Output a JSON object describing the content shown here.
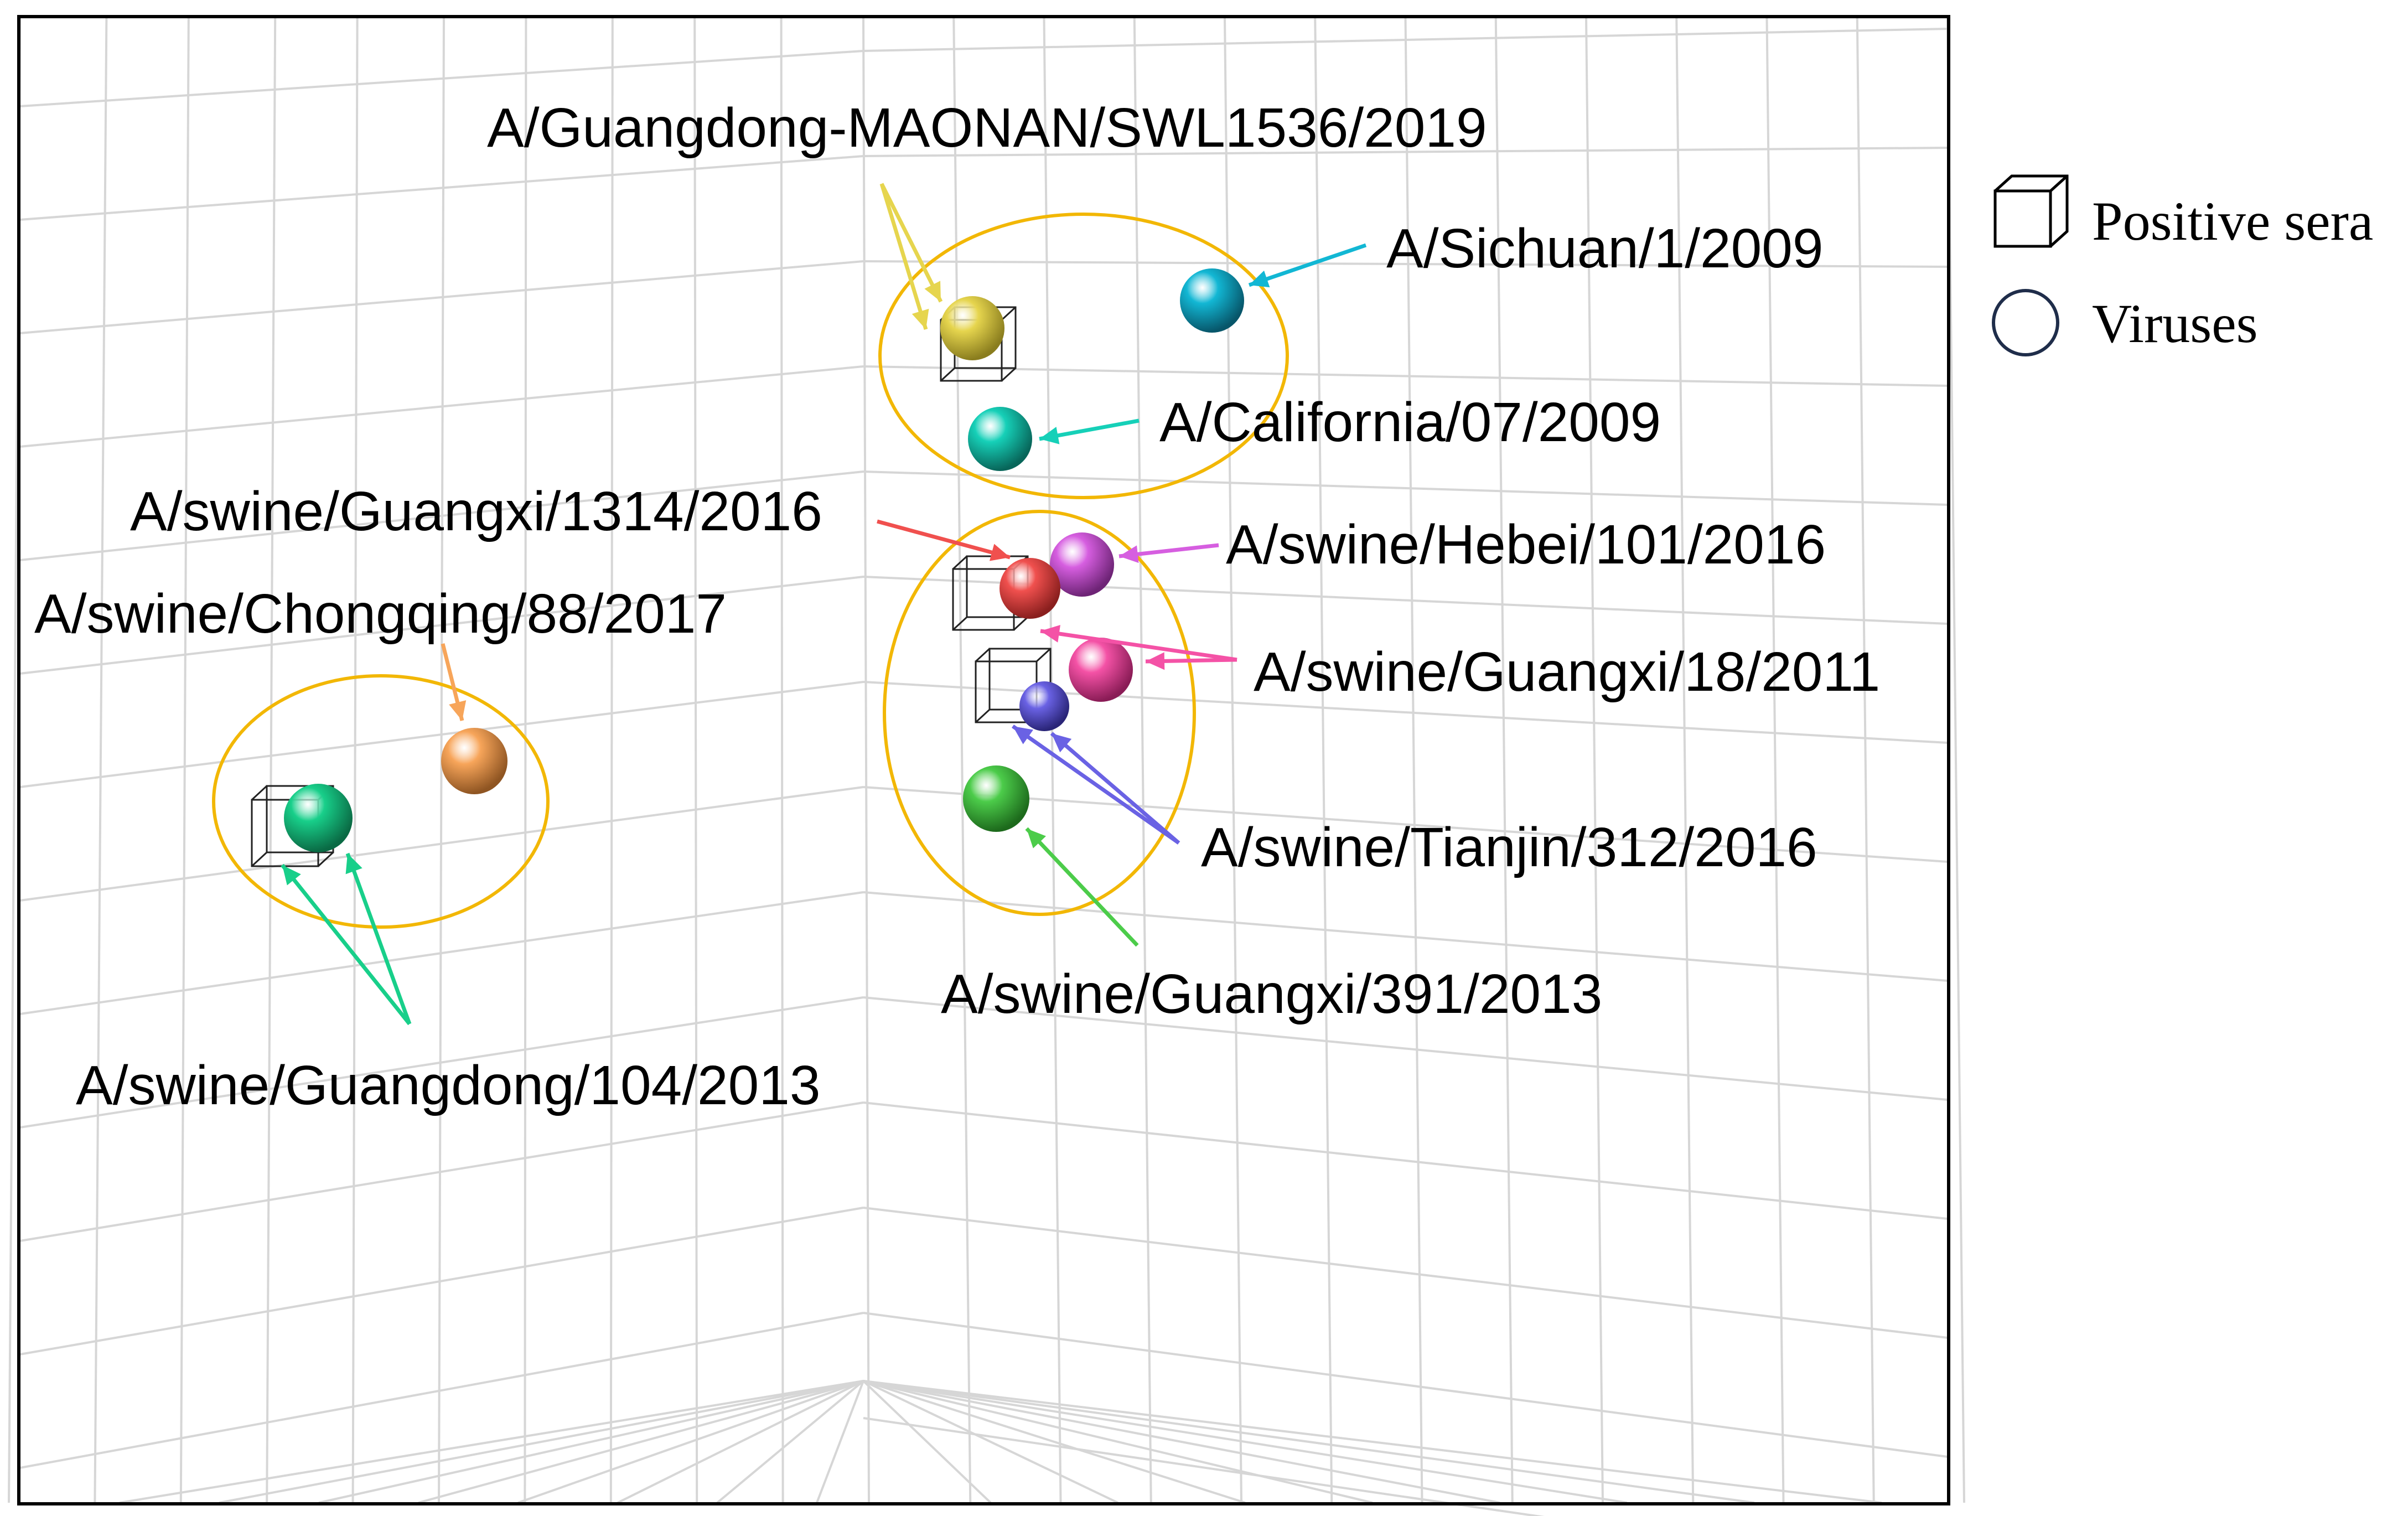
{
  "legend": {
    "items": [
      {
        "key": "sera",
        "label": "Positive sera",
        "icon": "cube-icon"
      },
      {
        "key": "virus",
        "label": "Viruses",
        "icon": "circle-icon",
        "stroke": "#1f2d4a"
      }
    ]
  },
  "cluster_color": "#f2b705",
  "viruses": [
    {
      "id": "maonan",
      "name": "A/Guangdong-MAONAN/SWL1536/2019",
      "color": "#e6d54e"
    },
    {
      "id": "sichuan",
      "name": "A/Sichuan/1/2009",
      "color": "#12b7d4"
    },
    {
      "id": "california",
      "name": "A/California/07/2009",
      "color": "#16d0b8"
    },
    {
      "id": "gx1314",
      "name": "A/swine/Guangxi/1314/2016",
      "color": "#f0504e"
    },
    {
      "id": "hebei",
      "name": "A/swine/Hebei/101/2016",
      "color": "#d65ee0"
    },
    {
      "id": "chongqing",
      "name": "A/swine/Chongqing/88/2017",
      "color": "#f7a55a"
    },
    {
      "id": "gx18",
      "name": "A/swine/Guangxi/18/2011",
      "color": "#f452a6"
    },
    {
      "id": "tianjin",
      "name": "A/swine/Tianjin/312/2016",
      "color": "#6a62e4"
    },
    {
      "id": "gx391",
      "name": "A/swine/Guangxi/391/2013",
      "color": "#4ccc4a"
    },
    {
      "id": "gd104",
      "name": "A/swine/Guangdong/104/2013",
      "color": "#18cf8a"
    }
  ]
}
